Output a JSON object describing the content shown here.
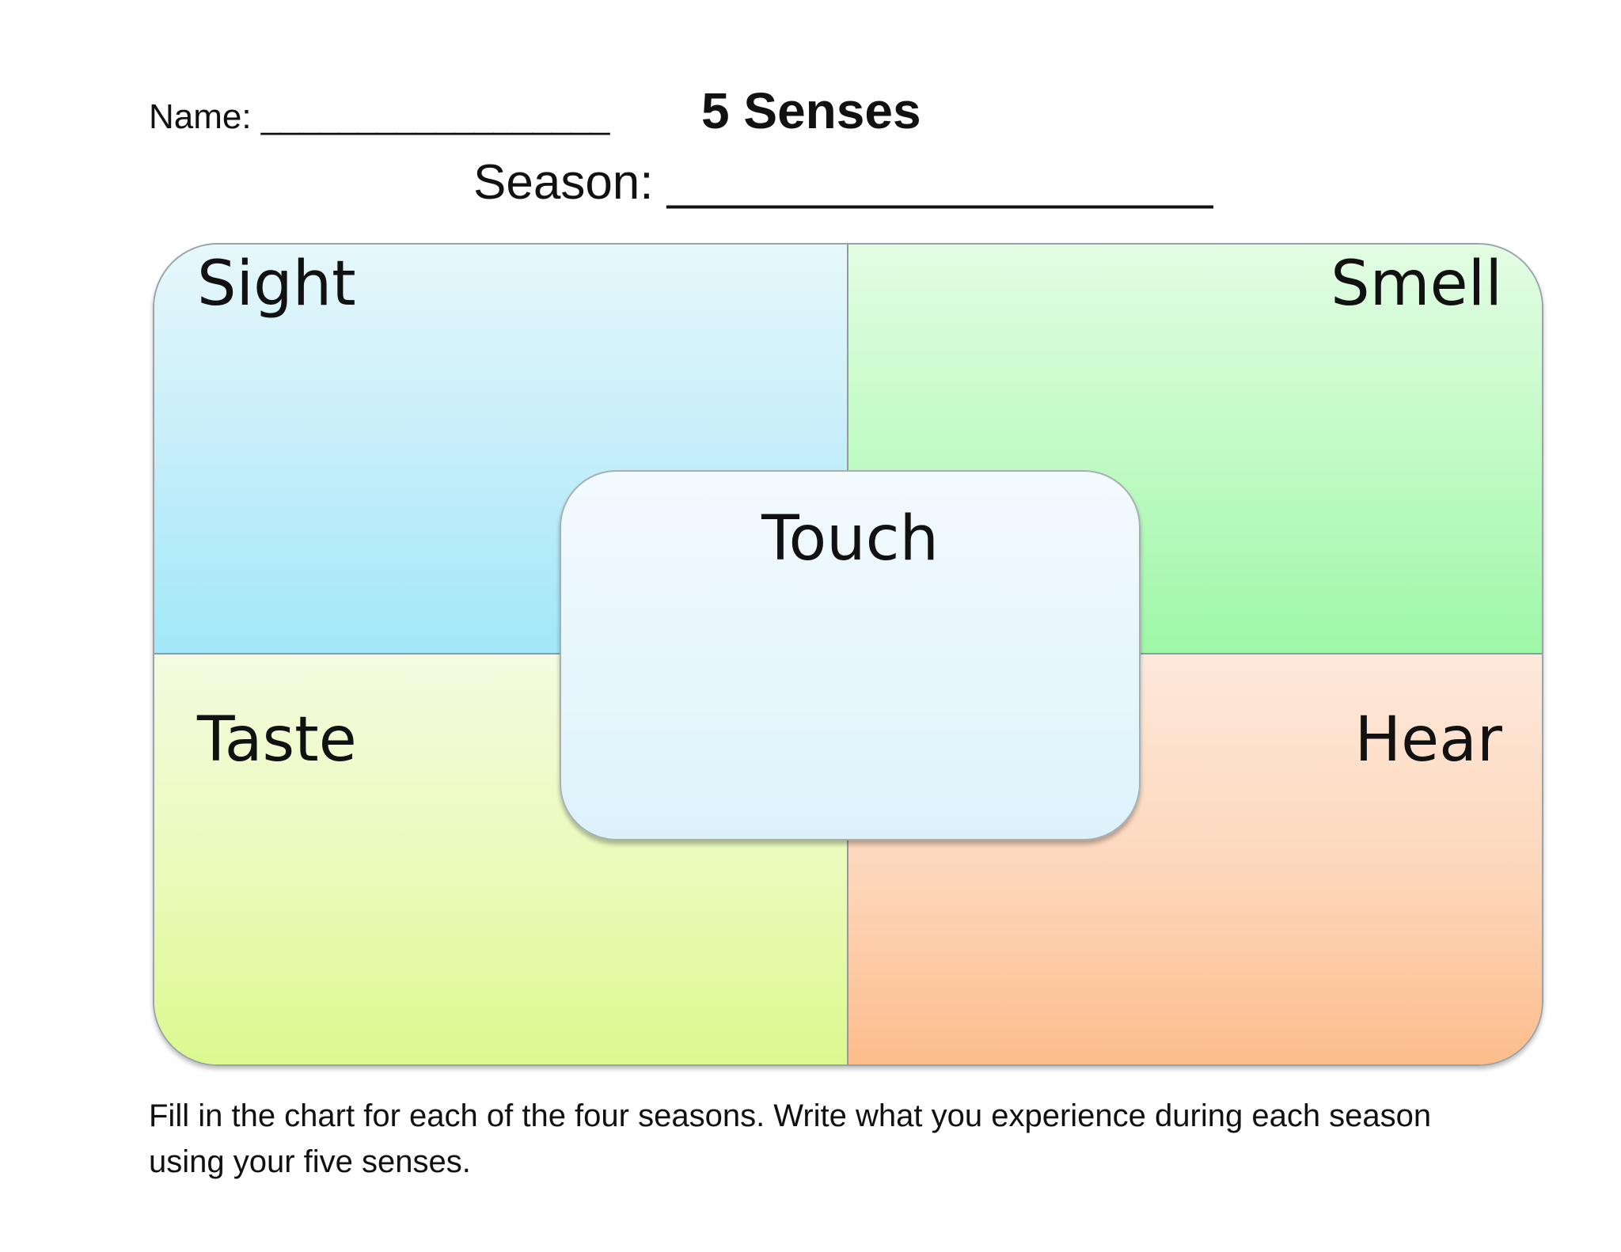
{
  "header": {
    "name_line": "Name: __________________",
    "title": "5 Senses",
    "season_line": "Season: ____________________"
  },
  "senses": {
    "sight": "Sight",
    "smell": "Smell",
    "taste": "Taste",
    "hear": "Hear",
    "touch": "Touch"
  },
  "instructions": "Fill in the chart for each of the four seasons. Write what you experience during each season using your five senses.",
  "colors": {
    "sight": "#a2e8f8",
    "smell": "#9ef7a8",
    "taste": "#dbf98f",
    "hear": "#fdbd8c",
    "touch": "#e6f6fc"
  }
}
